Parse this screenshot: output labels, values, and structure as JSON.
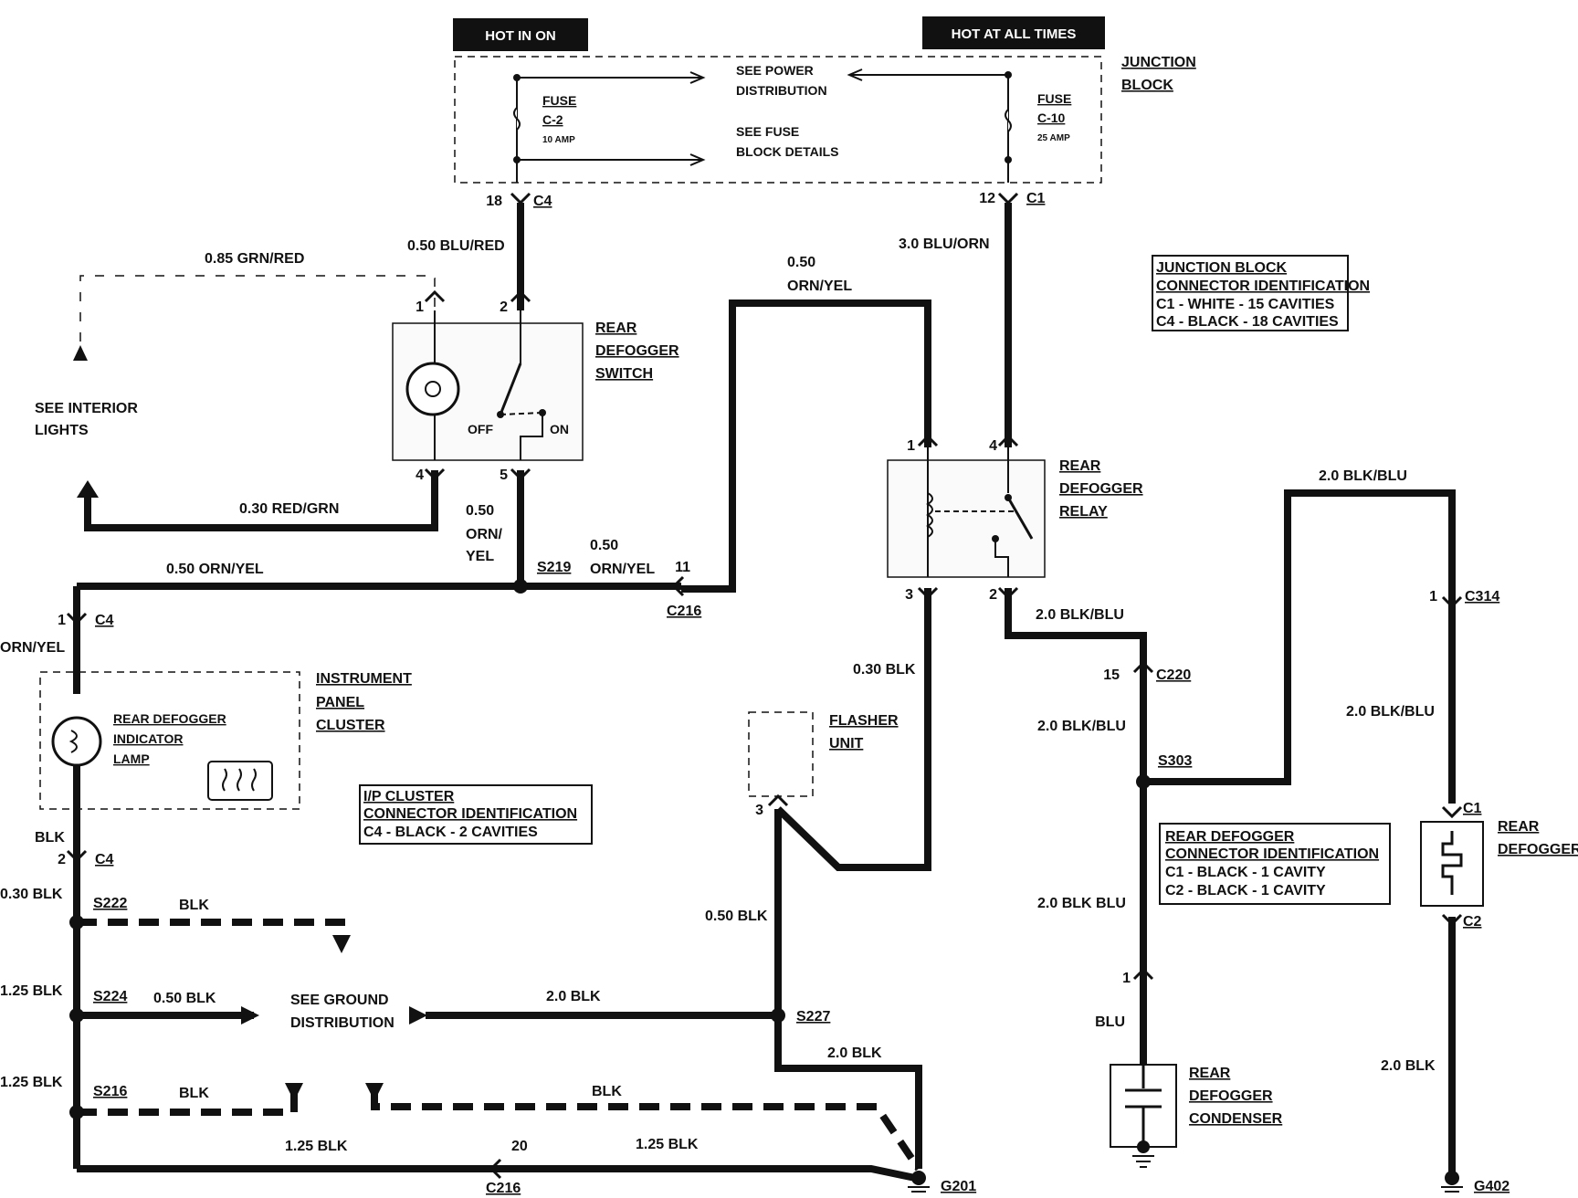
{
  "banners": {
    "hot_in_on": "HOT IN ON",
    "hot_at_all_times": "HOT AT ALL TIMES"
  },
  "junction_block": {
    "title_1": "JUNCTION",
    "title_2": "BLOCK",
    "see_power_1": "SEE POWER",
    "see_power_2": "DISTRIBUTION",
    "see_fuse_1": "SEE FUSE",
    "see_fuse_2": "BLOCK DETAILS",
    "fuse_c2": {
      "label": "FUSE",
      "id": "C-2",
      "rating": "10 AMP"
    },
    "fuse_c10": {
      "label": "FUSE",
      "id": "C-10",
      "rating": "25 AMP"
    },
    "pin_c4": "18",
    "conn_c4": "C4",
    "pin_c1": "12",
    "conn_c1": "C1"
  },
  "jb_connector_id": {
    "line1": "JUNCTION BLOCK",
    "line2": "CONNECTOR IDENTIFICATION",
    "line3": "C1 - WHITE - 15 CAVITIES",
    "line4": "C4 - BLACK - 18 CAVITIES"
  },
  "ip_connector_id": {
    "line1": "I/P CLUSTER",
    "line2": "CONNECTOR IDENTIFICATION",
    "line3": "C4 - BLACK - 2 CAVITIES"
  },
  "rd_connector_id": {
    "line1": "REAR DEFOGGER",
    "line2": "CONNECTOR IDENTIFICATION",
    "line3": "C1 - BLACK - 1 CAVITY",
    "line4": "C2 - BLACK - 1 CAVITY"
  },
  "switch": {
    "name_1": "REAR",
    "name_2": "DEFOGGER",
    "name_3": "SWITCH",
    "off": "OFF",
    "on": "ON",
    "pin1": "1",
    "pin2": "2",
    "pin4": "4",
    "pin5": "5"
  },
  "relay": {
    "name_1": "REAR",
    "name_2": "DEFOGGER",
    "name_3": "RELAY",
    "pin1": "1",
    "pin4": "4",
    "pin3": "3",
    "pin2": "2"
  },
  "interior_lights": {
    "line1": "SEE INTERIOR",
    "line2": "LIGHTS"
  },
  "cluster": {
    "name_1": "INSTRUMENT",
    "name_2": "PANEL",
    "name_3": "CLUSTER",
    "lamp_1": "REAR DEFOGGER",
    "lamp_2": "INDICATOR",
    "lamp_3": "LAMP",
    "pin1": "1",
    "conn1": "C4",
    "pin2": "2",
    "conn2": "C4"
  },
  "flasher": {
    "name_1": "FLASHER",
    "name_2": "UNIT",
    "pin": "3"
  },
  "defogger": {
    "name_1": "REAR",
    "name_2": "DEFOGGER",
    "conn_c1": "C1",
    "conn_c2": "C2"
  },
  "condenser": {
    "name_1": "REAR",
    "name_2": "DEFOGGER",
    "name_3": "CONDENSER",
    "pin": "1",
    "wire": "BLU"
  },
  "ground_dist": {
    "line1": "SEE GROUND",
    "line2": "DISTRIBUTION"
  },
  "wires": {
    "grn_red": "0.85 GRN/RED",
    "blu_red": "0.50 BLU/RED",
    "orn_yel_top_1": "0.50",
    "orn_yel_top_2": "ORN/YEL",
    "blu_orn": "3.0 BLU/ORN",
    "red_grn": "0.30 RED/GRN",
    "orn_yel_sw_1": "0.50",
    "orn_yel_sw_2": "ORN/",
    "orn_yel_sw_3": "YEL",
    "orn_yel_mid_1": "0.50",
    "orn_yel_mid_2": "ORN/YEL",
    "orn_yel_left": "0.50 ORN/YEL",
    "orn_yel_side": "ORN/YEL",
    "blk_relay": "0.30 BLK",
    "blk_blu_relay": "2.0 BLK/BLU",
    "blk_blu_top": "2.0 BLK/BLU",
    "blk_blu_c314": "2.0 BLK/BLU",
    "blk_blu_s303": "2.0 BLK/BLU",
    "blk_blu_lower": "2.0 BLK BLU",
    "blk_c2": "2.0 BLK",
    "blk_cluster": "BLK",
    "blk_s222_left": "0.30 BLK",
    "blk_s222": "BLK",
    "blk_s224_left": "1.25 BLK",
    "blk_s224": "0.50 BLK",
    "blk_s216_left": "1.25 BLK",
    "blk_s216": "BLK",
    "blk_flasher": "0.50 BLK",
    "blk_s227": "2.0 BLK",
    "blk_g201": "2.0 BLK",
    "blk_dash_right": "BLK",
    "blk_bottom_left": "1.25 BLK",
    "blk_bottom_right": "1.25 BLK"
  },
  "splices": {
    "s219": "S219",
    "s222": "S222",
    "s224": "S224",
    "s216": "S216",
    "s227": "S227",
    "s303": "S303"
  },
  "connectors": {
    "c216_top": "C216",
    "c216_top_pin": "11",
    "c216_bot": "C216",
    "c216_bot_pin": "20",
    "c220": "C220",
    "c220_pin": "15",
    "c314": "C314",
    "c314_pin": "1"
  },
  "grounds": {
    "g201": "G201",
    "g402": "G402"
  }
}
